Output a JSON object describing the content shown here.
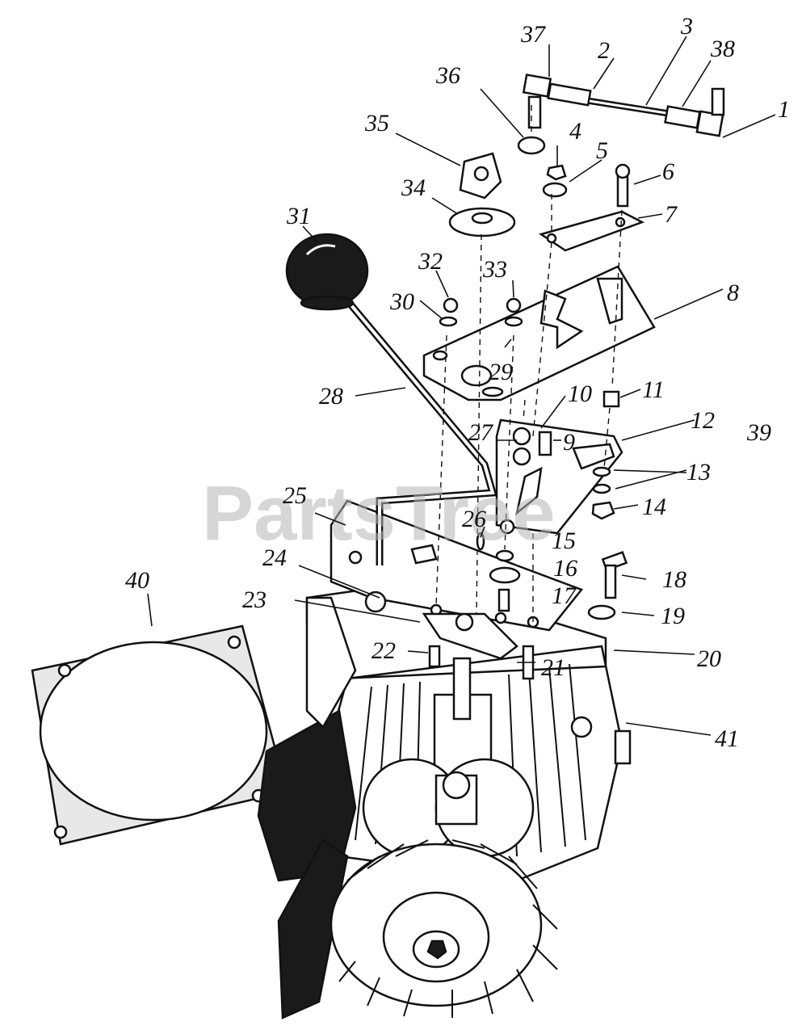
{
  "watermark": "PartsTree",
  "callouts": [
    "1",
    "2",
    "3",
    "4",
    "5",
    "6",
    "7",
    "8",
    "9",
    "10",
    "11",
    "12",
    "13",
    "14",
    "15",
    "16",
    "17",
    "18",
    "19",
    "20",
    "21",
    "22",
    "23",
    "24",
    "25",
    "26",
    "27",
    "28",
    "29",
    "30",
    "31",
    "32",
    "33",
    "34",
    "35",
    "36",
    "37",
    "38",
    "39",
    "40",
    "41"
  ],
  "icons": {
    "shift_knob": "shift-knob-icon",
    "engine": "engine-icon",
    "gasket": "gasket-icon",
    "fan": "cooling-fan-icon"
  }
}
